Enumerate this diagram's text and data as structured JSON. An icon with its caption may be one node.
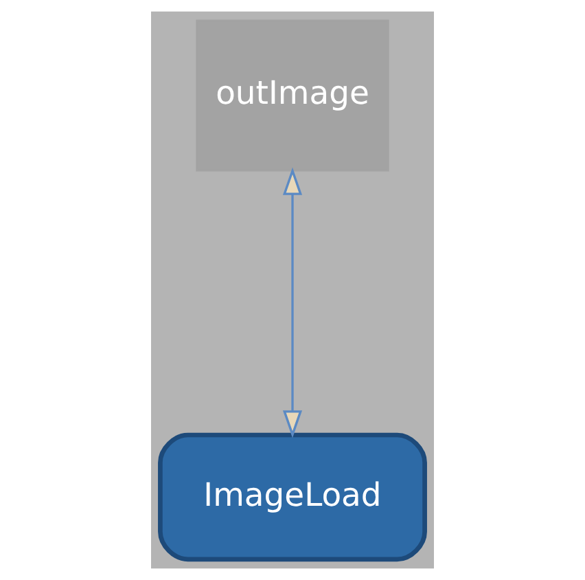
{
  "diagram": {
    "nodes": [
      {
        "text": [
          "outImage"
        ]
      },
      {
        "text": [
          "ImageLoad"
        ]
      }
    ],
    "edges": [
      {
        "from": 1,
        "to": 0,
        "arrow": "both"
      }
    ]
  }
}
